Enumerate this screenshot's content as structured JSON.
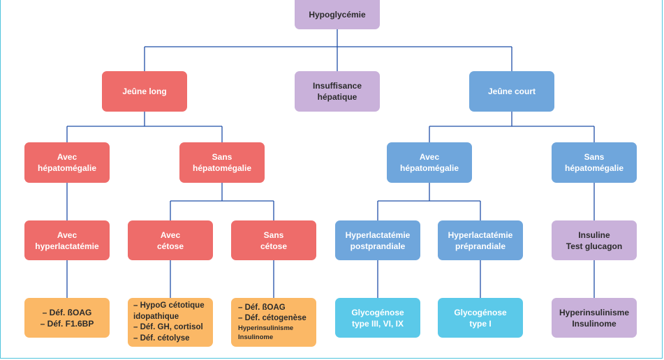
{
  "colors": {
    "red": "#ee6c6a",
    "blue": "#6fa6dc",
    "purple": "#c9b1da",
    "orange": "#fbb866",
    "cyan": "#5bc9e9",
    "connector": "#1f4fa8",
    "frame": "#4fc3dc"
  },
  "nodes": {
    "root": "Hypoglycémie",
    "long": "Jeûne long",
    "liver": [
      "Insuffisance",
      "hépatique"
    ],
    "short": "Jeûne court",
    "long_avec": [
      "Avec",
      "hépatomégalie"
    ],
    "long_sans": [
      "Sans",
      "hépatomégalie"
    ],
    "short_avec": [
      "Avec",
      "hépatomégalie"
    ],
    "short_sans": [
      "Sans",
      "hépatomégalie"
    ],
    "hyperlact": [
      "Avec",
      "hyperlactatémie"
    ],
    "avec_cetose": [
      "Avec",
      "cétose"
    ],
    "sans_cetose": [
      "Sans",
      "cétose"
    ],
    "postprandial": [
      "Hyperlactatémie",
      "postprandiale"
    ],
    "preprandial": [
      "Hyperlactatémie",
      "préprandiale"
    ],
    "insuline": [
      "Insuline",
      "Test glucagon"
    ],
    "leaf_hyperlact": [
      "– Déf. ßOAG",
      "– Déf. F1.6BP"
    ],
    "leaf_avec_cetose": [
      "– HypoG cétotique",
      "idopathique",
      "– Déf. GH, cortisol",
      "– Déf. cétolyse"
    ],
    "leaf_sans_cetose": [
      "– Déf. ßOAG",
      "– Déf. cétogenèse",
      "Hyperinsulinisme",
      "Insulinome"
    ],
    "leaf_post": [
      "Glycogénose",
      "type III, VI, IX"
    ],
    "leaf_pre": [
      "Glycogénose",
      "type I"
    ],
    "leaf_insuline": [
      "Hyperinsulinisme",
      "Insulinome"
    ]
  }
}
